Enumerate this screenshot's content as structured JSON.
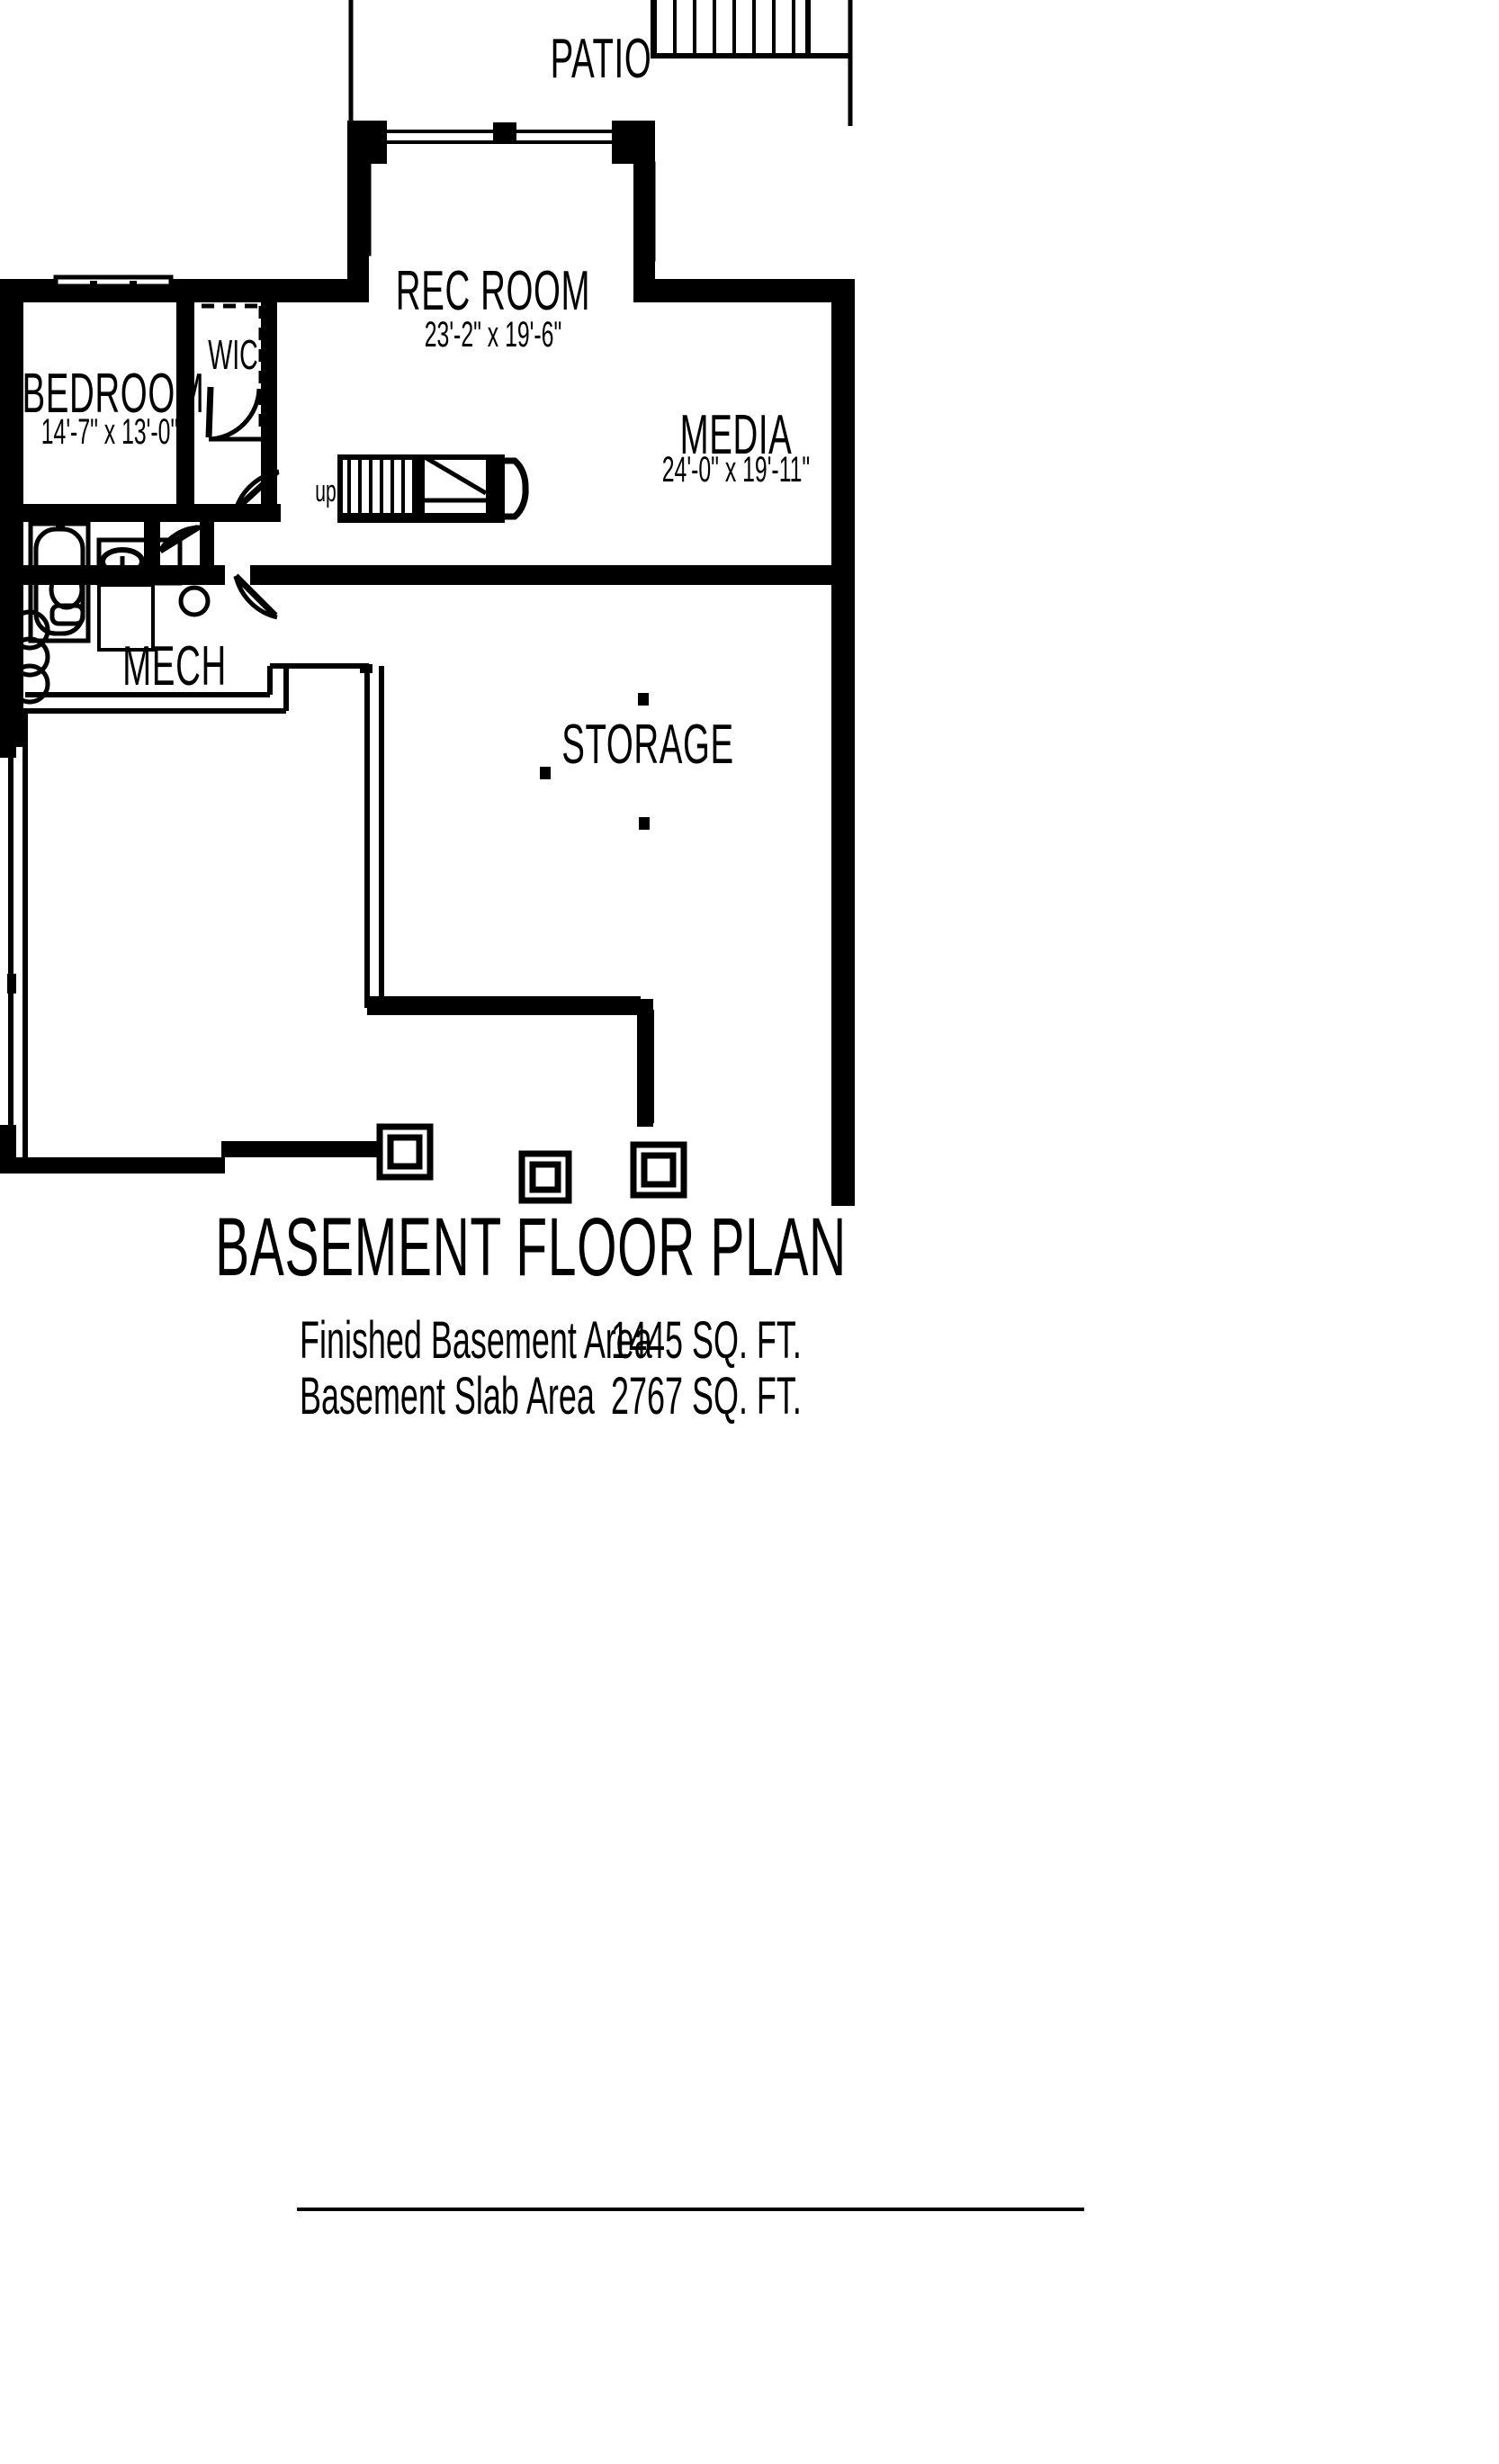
{
  "drawing": {
    "type": "architectural-floor-plan",
    "title": "BASEMENT FLOOR PLAN",
    "line_color": "#000000",
    "background_color": "#ffffff"
  },
  "rooms": [
    {
      "id": "patio",
      "name": "PATIO",
      "dimensions": ""
    },
    {
      "id": "rec_room",
      "name": "REC ROOM",
      "dimensions": "23'-2\" x 19'-6\""
    },
    {
      "id": "media",
      "name": "MEDIA",
      "dimensions": "24'-0\" x 19'-11\""
    },
    {
      "id": "bedroom",
      "name": "BEDROOM",
      "dimensions": "14'-7\" x 13'-0\""
    },
    {
      "id": "wic",
      "name": "WIC",
      "dimensions": ""
    },
    {
      "id": "mech",
      "name": "MECH",
      "dimensions": ""
    },
    {
      "id": "storage",
      "name": "STORAGE",
      "dimensions": ""
    }
  ],
  "annotations": {
    "stair_direction": "up"
  },
  "title_block": {
    "title": "BASEMENT FLOOR PLAN",
    "rows": [
      {
        "label": "Finished Basement Area",
        "value": "1445 SQ. FT."
      },
      {
        "label": "Basement Slab Area",
        "value": "2767 SQ. FT."
      }
    ]
  }
}
